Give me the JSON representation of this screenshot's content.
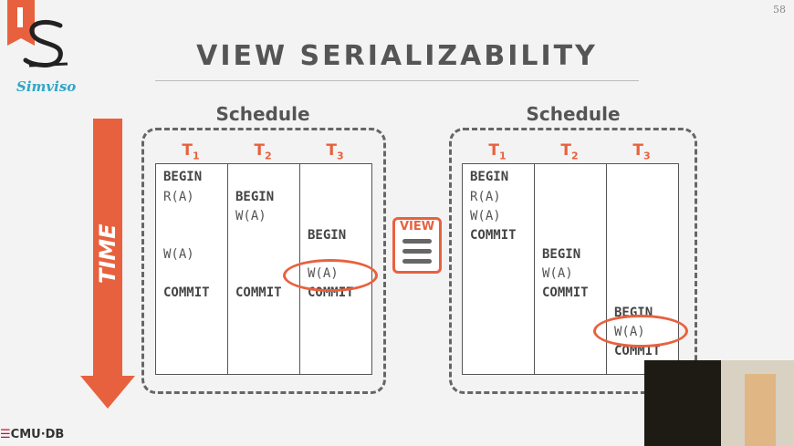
{
  "slide": {
    "number": "58",
    "title": "VIEW SERIALIZABILITY",
    "logo_text": "Simviso",
    "time_label": "TIME",
    "footer_logo": "CMU·DB",
    "view_icon_label": "VIEW"
  },
  "left_schedule": {
    "label": "Schedule",
    "headers": [
      "T",
      "T",
      "T"
    ],
    "header_subs": [
      "1",
      "2",
      "3"
    ],
    "cols": [
      [
        {
          "text": "BEGIN",
          "kw": true
        },
        {
          "text": "R(A)"
        },
        {
          "text": "W(A)"
        },
        {
          "text": "COMMIT",
          "kw": true
        }
      ],
      [
        {
          "text": "BEGIN",
          "kw": true
        },
        {
          "text": "W(A)"
        },
        {
          "text": "COMMIT",
          "kw": true
        }
      ],
      [
        {
          "text": "BEGIN",
          "kw": true
        },
        {
          "text": "W(A)"
        },
        {
          "text": "COMMIT",
          "kw": true
        }
      ]
    ]
  },
  "right_schedule": {
    "label": "Schedule",
    "headers": [
      "T",
      "T",
      "T"
    ],
    "header_subs": [
      "1",
      "2",
      "3"
    ],
    "cols": [
      [
        {
          "text": "BEGIN",
          "kw": true
        },
        {
          "text": "R(A)"
        },
        {
          "text": "W(A)"
        },
        {
          "text": "COMMIT",
          "kw": true
        }
      ],
      [
        {
          "text": "BEGIN",
          "kw": true
        },
        {
          "text": "W(A)"
        },
        {
          "text": "COMMIT",
          "kw": true
        }
      ],
      [
        {
          "text": "BEGIN",
          "kw": true
        },
        {
          "text": "W(A)"
        },
        {
          "text": "COMMIT",
          "kw": true
        }
      ]
    ]
  },
  "colors": {
    "accent": "#e8613e",
    "text": "#555555",
    "logo_blue": "#2fa6c9"
  }
}
